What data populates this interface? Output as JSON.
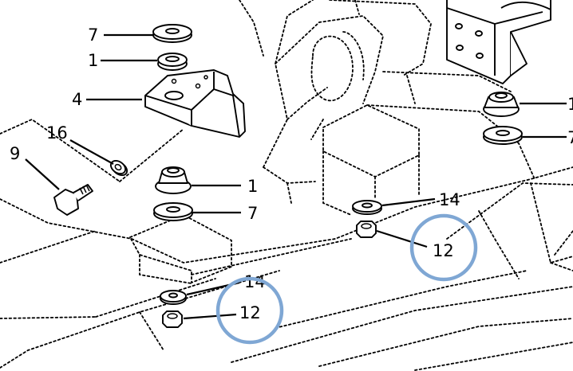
{
  "diagram": {
    "callouts": {
      "c7_top_left": "7",
      "c1_top_left": "1",
      "c4": "4",
      "c16": "16",
      "c9": "9",
      "c1_mid": "1",
      "c7_mid": "7",
      "c14_right": "14",
      "c12_right": "12",
      "c14_bottom": "14",
      "c12_bottom": "12",
      "c1_top_right": "1",
      "c7_top_right": "7"
    },
    "highlight_color": "#7fa7d4"
  }
}
